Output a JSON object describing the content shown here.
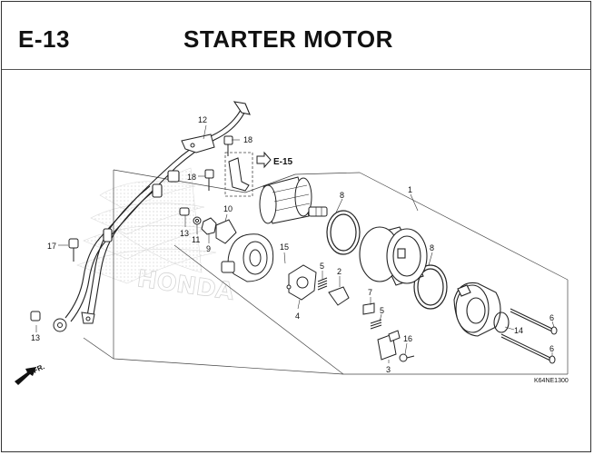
{
  "header": {
    "section_code": "E-13",
    "title": "STARTER MOTOR"
  },
  "reference": {
    "label": "E-15"
  },
  "direction": {
    "label": "FR."
  },
  "diagram_code": "K64NE1300",
  "callouts": {
    "c1": "1",
    "c2": "2",
    "c3": "3",
    "c4": "4",
    "c5a": "5",
    "c5b": "5",
    "c6a": "6",
    "c6b": "6",
    "c7": "7",
    "c8a": "8",
    "c8b": "8",
    "c9": "9",
    "c10": "10",
    "c11": "11",
    "c12": "12",
    "c13a": "13",
    "c13b": "13",
    "c14": "14",
    "c15": "15",
    "c16": "16",
    "c17": "17",
    "c18a": "18",
    "c18b": "18"
  },
  "watermark": "HONDA"
}
